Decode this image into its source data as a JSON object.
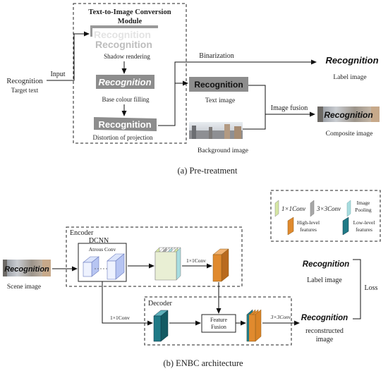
{
  "pretreatment": {
    "module_title_line1": "Text-to-Image Conversion",
    "module_title_line2": "Module",
    "shadow_word": "Recognition",
    "shadow_label": "Shadow rendering",
    "base_word": "Recognition",
    "base_label": "Base colour filling",
    "distort_word": "Recognition",
    "distort_label": "Distortion of projection",
    "target_word": "Recognition",
    "target_label": "Target text",
    "input_label": "Input",
    "binarization_label": "Binarization",
    "label_image_word": "Recognition",
    "label_image_caption": "Label image",
    "text_image_word": "Recognition",
    "text_image_caption": "Text image",
    "image_fusion_label": "Image fusion",
    "composite_word": "Recognition",
    "composite_caption": "Composite image",
    "background_caption": "Background image",
    "caption": "(a) Pre-treatment"
  },
  "legend": {
    "conv1_label": "1×1Conv",
    "conv3_label": "3×3Conv",
    "pooling_line1": "Image",
    "pooling_line2": "Pooling",
    "high_line1": "High-level",
    "high_line2": "features",
    "low_line1": "Low-level",
    "low_line2": "features",
    "colors": {
      "conv1": "#d6e7a3",
      "conv3": "#a8a8a8",
      "pooling": "#a8dde0",
      "high_level": "#e08a2e",
      "low_level": "#1f7a86"
    }
  },
  "enbc": {
    "encoder_label": "Encoder",
    "dcnn_label": "DCNN",
    "atrous_label": "Atrous Conv",
    "conv1x1_a": "1×1Conv",
    "conv1x1_b": "1×1Conv",
    "decoder_label": "Decoder",
    "feature_line1": "Feature",
    "feature_line2": "Fusion",
    "conv3x3": "3×3Conv",
    "scene_word": "Recognition",
    "scene_caption": "Scene image",
    "label_word": "Recognition",
    "label_caption": "Label image",
    "loss_label": "Loss",
    "recon_word": "Recognition",
    "recon_line1": "reconstructed",
    "recon_line2": "image",
    "caption": "(b) ENBC architecture"
  }
}
